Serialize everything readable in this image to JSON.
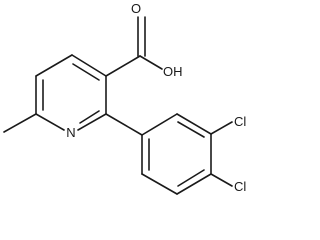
{
  "molecule": {
    "atoms": {
      "oxygen_carbonyl": "O",
      "hydroxyl": "OH",
      "nitrogen": "N",
      "chlorine_top": "Cl",
      "chlorine_bottom": "Cl"
    },
    "colors": {
      "bond": "#1a1a1a",
      "background": "#ffffff"
    }
  }
}
